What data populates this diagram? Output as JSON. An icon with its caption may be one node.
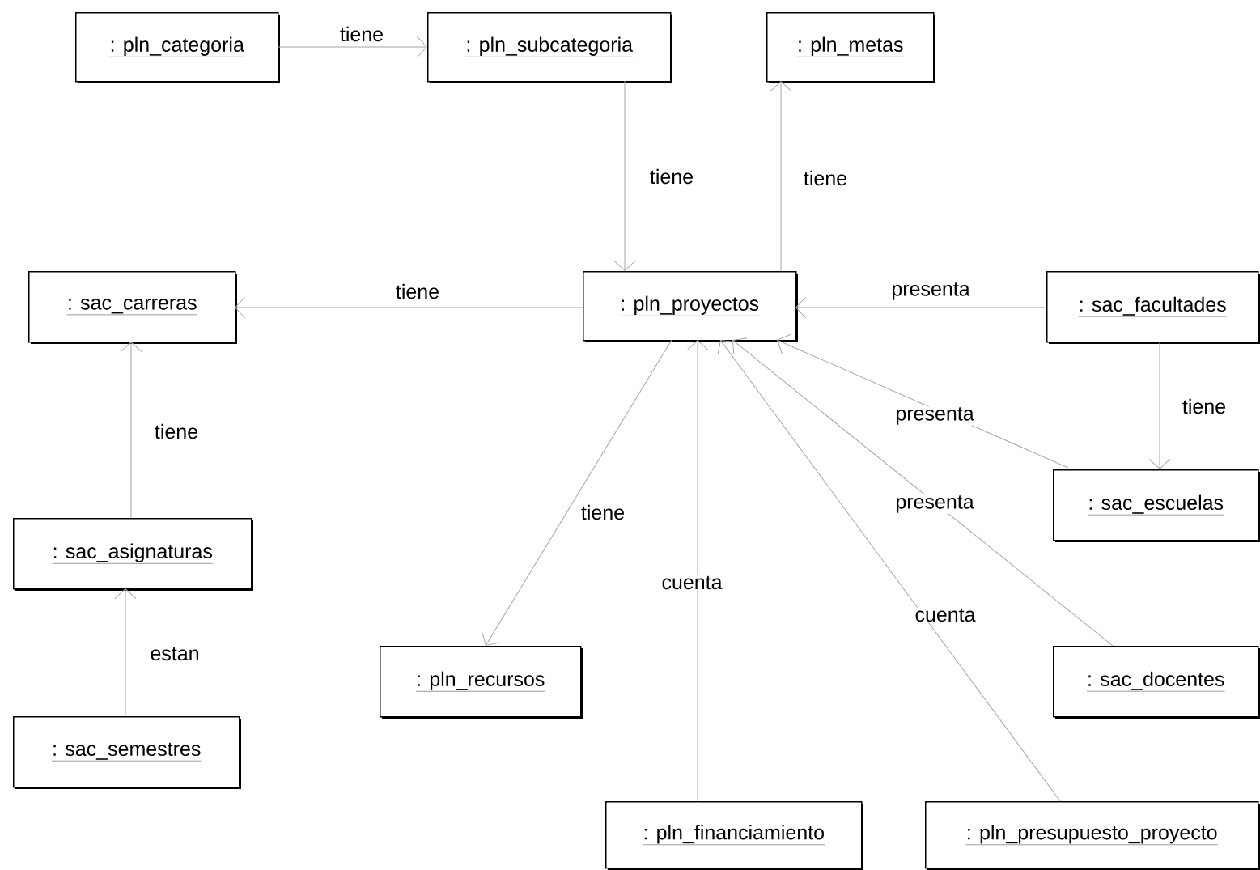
{
  "diagram": {
    "nodes": [
      {
        "text": [
          ": pln_categoria"
        ]
      },
      {
        "text": [
          ": pln_subcategoria"
        ]
      },
      {
        "text": [
          ": pln_metas"
        ]
      },
      {
        "text": [
          ": sac_carreras"
        ]
      },
      {
        "text": [
          ": pln_proyectos"
        ]
      },
      {
        "text": [
          ": sac_facultades"
        ]
      },
      {
        "text": [
          ": sac_asignaturas"
        ]
      },
      {
        "text": [
          ": sac_escuelas"
        ]
      },
      {
        "text": [
          ": pln_recursos"
        ]
      },
      {
        "text": [
          ": sac_docentes"
        ]
      },
      {
        "text": [
          ": sac_semestres"
        ]
      },
      {
        "text": [
          ": pln_financiamiento"
        ]
      },
      {
        "text": [
          ": pln_presupuesto_proyecto"
        ]
      }
    ],
    "edges": [
      {
        "from": 0,
        "to": 1,
        "arrow": "to",
        "label": "tiene"
      },
      {
        "from": 1,
        "to": 4,
        "arrow": "to",
        "label": "tiene"
      },
      {
        "from": 4,
        "to": 2,
        "arrow": "to",
        "label": "tiene"
      },
      {
        "from": 4,
        "to": 3,
        "arrow": "to",
        "label": "tiene"
      },
      {
        "from": 5,
        "to": 4,
        "arrow": "to",
        "label": "presenta"
      },
      {
        "from": 5,
        "to": 7,
        "arrow": "to",
        "label": "tiene"
      },
      {
        "from": 6,
        "to": 3,
        "arrow": "to",
        "label": "tiene"
      },
      {
        "from": 10,
        "to": 6,
        "arrow": "to",
        "label": "estan"
      },
      {
        "from": 4,
        "to": 8,
        "arrow": "to",
        "label": "tiene"
      },
      {
        "from": 11,
        "to": 4,
        "arrow": "to",
        "label": "cuenta"
      },
      {
        "from": 7,
        "to": 4,
        "arrow": "to",
        "label": "presenta"
      },
      {
        "from": 9,
        "to": 4,
        "arrow": "to",
        "label": "presenta"
      },
      {
        "from": 12,
        "to": 4,
        "arrow": "to",
        "label": "cuenta"
      }
    ]
  }
}
